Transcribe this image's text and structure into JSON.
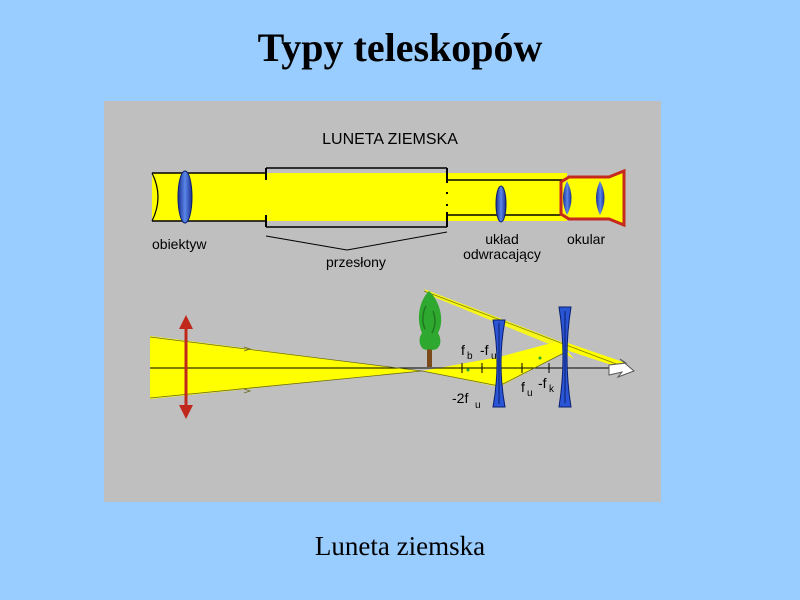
{
  "slide": {
    "title": "Typy teleskopów",
    "caption": "Luneta ziemska"
  },
  "diagram": {
    "heading": "LUNETA ZIEMSKA",
    "labels": {
      "objective": "obiektyw",
      "diaphragms": "przesłony",
      "inverting_line1": "układ",
      "inverting_line2": "odwracający",
      "eyepiece": "okular"
    },
    "ray_labels": {
      "f": "f",
      "sub_b": "b",
      "minus_f": "-f",
      "sub_u": "u",
      "sub_k": "k",
      "minus_2f": "-2f"
    },
    "colors": {
      "background": "#99ccff",
      "panel": "#bfbfbf",
      "beam": "#ffff00",
      "lens": "#1a3fb0",
      "objective_arrow": "#c0281c",
      "eyepiece_ring": "#d03020",
      "tree": "#2fa82f",
      "trunk": "#7a4a1a"
    }
  }
}
